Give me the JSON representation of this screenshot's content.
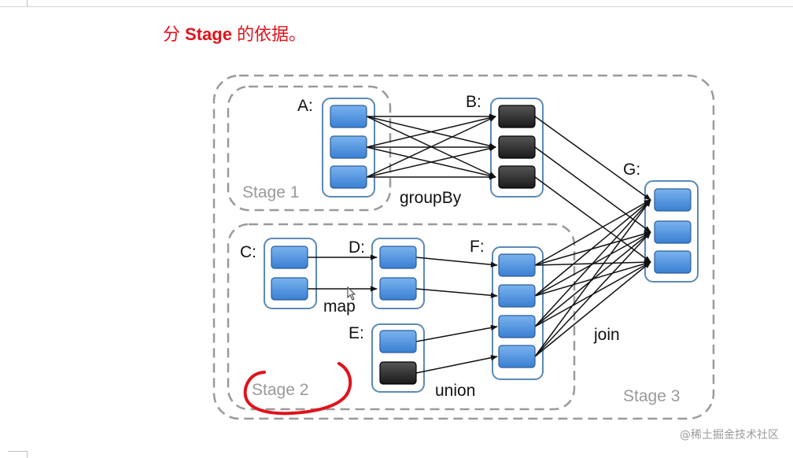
{
  "heading": {
    "prefix": "分",
    "keyword": "Stage",
    "suffix": "的依据。"
  },
  "diagram": {
    "rdd_labels": {
      "a": "A:",
      "b": "B:",
      "c": "C:",
      "d": "D:",
      "e": "E:",
      "f": "F:",
      "g": "G:"
    },
    "stage_labels": {
      "stage1": "Stage 1",
      "stage2": "Stage 2",
      "stage3": "Stage 3"
    },
    "operation_labels": {
      "groupby": "groupBy",
      "map": "map",
      "union": "union",
      "join": "join"
    },
    "colors": {
      "partition_blue": "#4a8fdc",
      "partition_dark": "#2b2b2b",
      "rdd_border": "#5b89b6",
      "stage_border": "#9a9a9a",
      "annotation_red": "#e0121b"
    }
  },
  "watermark": "@稀土掘金技术社区"
}
